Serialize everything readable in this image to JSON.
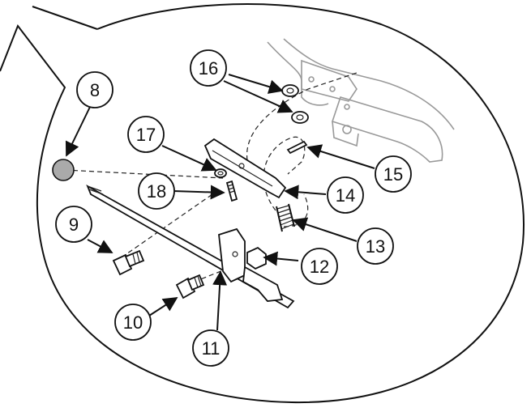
{
  "diagram": {
    "callouts": [
      {
        "id": "c8",
        "label": "8"
      },
      {
        "id": "c9",
        "label": "9"
      },
      {
        "id": "c10",
        "label": "10"
      },
      {
        "id": "c11",
        "label": "11"
      },
      {
        "id": "c12",
        "label": "12"
      },
      {
        "id": "c13",
        "label": "13"
      },
      {
        "id": "c14",
        "label": "14"
      },
      {
        "id": "c15",
        "label": "15"
      },
      {
        "id": "c16",
        "label": "16"
      },
      {
        "id": "c17",
        "label": "17"
      },
      {
        "id": "c18",
        "label": "18"
      }
    ]
  },
  "colors": {
    "line": "#111111",
    "ghost": "#999999",
    "ball": "#aaaaaa",
    "background": "#ffffff"
  }
}
